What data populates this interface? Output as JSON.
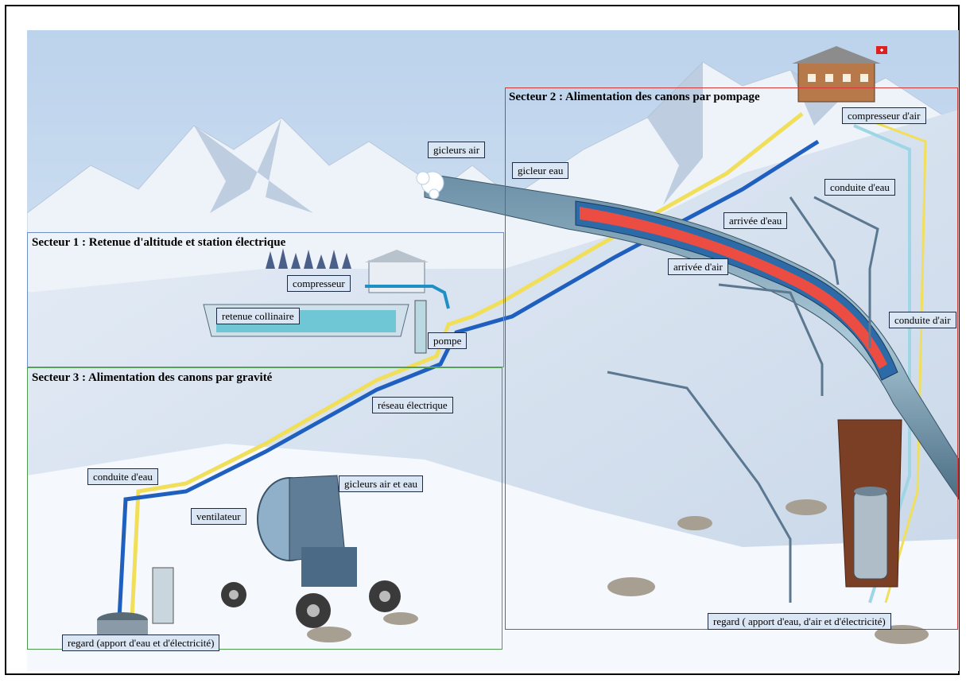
{
  "sectors": {
    "s1": {
      "title": "Secteur 1 : Retenue d'altitude et station électrique"
    },
    "s2": {
      "title": "Secteur 2 : Alimentation des canons par pompage"
    },
    "s3": {
      "title": "Secteur 3 : Alimentation des canons par gravité"
    }
  },
  "labels": {
    "gicleurs_air": "gicleurs air",
    "gicleur_eau": "gicleur eau",
    "compresseur_air": "compresseur d'air",
    "conduite_eau_right": "conduite d'eau",
    "arrivee_eau": "arrivée d'eau",
    "arrivee_air": "arrivée d'air",
    "conduite_air": "conduite d'air",
    "compresseur": "compresseur",
    "retenue": "retenue collinaire",
    "pompe": "pompe",
    "reseau": "réseau électrique",
    "conduite_eau_left": "conduite d'eau",
    "gicleurs_air_eau": "gicleurs air et eau",
    "ventilateur": "ventilateur",
    "regard_left": "regard (apport d'eau et d'électricité)",
    "regard_right": "regard ( apport d'eau, d'air et d'électricité)"
  },
  "colors": {
    "sector1_border": "#6f8fc4",
    "sector2_border": "#d23a3a",
    "sector3_border": "#4e9a4e",
    "water_pipe": "#1f5fbf",
    "electric_cable": "#f1df5a",
    "air_pipe": "#9fd6e6",
    "sky": "#dfe9f5",
    "snow": "#f3f7fb"
  }
}
